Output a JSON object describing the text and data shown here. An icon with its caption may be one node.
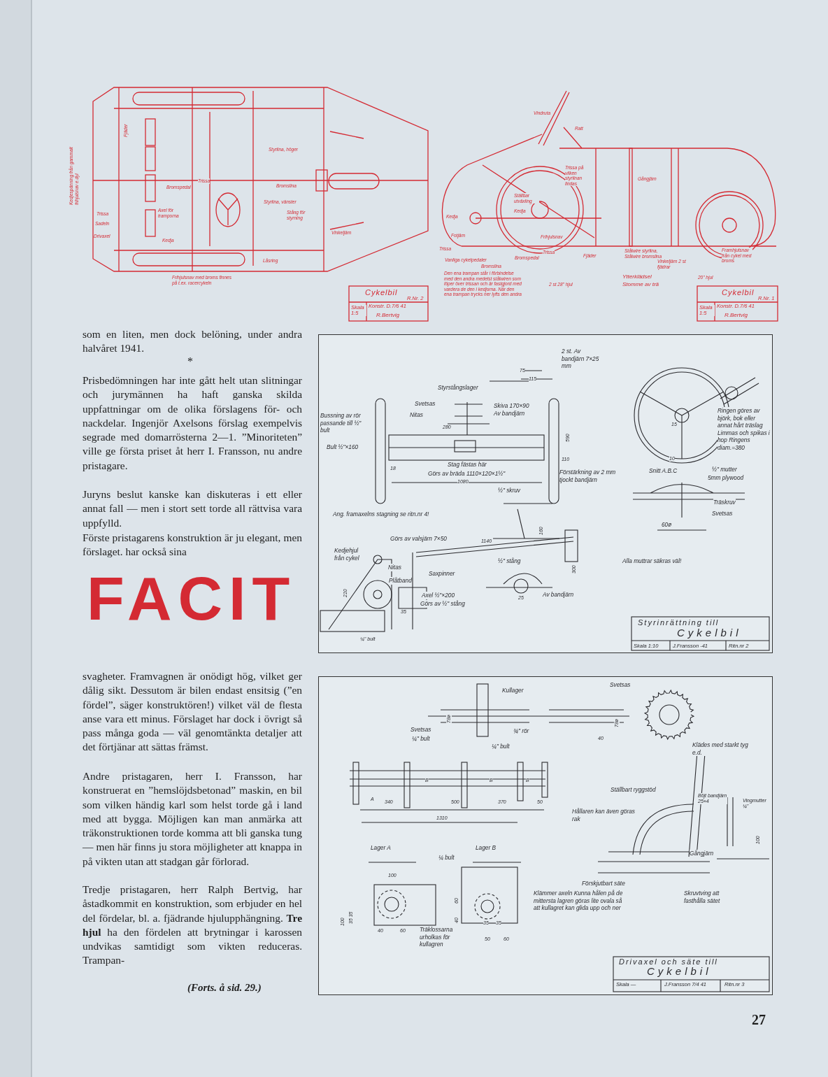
{
  "diagram": {
    "title": "FACIT",
    "labels": [
      "Kedjespänning från gammalt frihjulsnav e.dyl",
      "Fjäder",
      "Styrlina, höger",
      "Bromspedal",
      "Trissa",
      "Bromslina",
      "Styrlina, vänster",
      "Trissa",
      "Axel för tramporna",
      "Sadeln",
      "Stång för styrning",
      "Drivaxel",
      "Vinkeljärn",
      "Kedja",
      "Låsring",
      "Frihjulsnav med broms finnes på t.ex. racercykeln",
      "Cykelbil",
      "R.Nr. 2",
      "Skala 1:5",
      "Konstr. D.7/6 41",
      "R.Bertvig",
      "Vindruta",
      "Ratt",
      "Trissa på vilken styrlinan lindas",
      "Gångjärn",
      "Ställbar utväxling",
      "Kedja",
      "Kedja",
      "Fotjärn",
      "Trissa",
      "Frihjulsnav",
      "Vanliga cykelpedaler",
      "Bromspedal",
      "Trissa",
      "Fjäder",
      "Stålwire styrlina, Stålwire bromslina",
      "Vinkeljärn 2 st fjädrar",
      "Framhjulsnav från cykel med broms",
      "Bromslina",
      "Den ena trampan står i förbindelse med den andra medelst stålwiren som löper över trissan och är fastgjord med vardera de den i kedjorna. När den ena trampan trycks ner lyfts den andra",
      "2 st 28\" hjul",
      "Ytterklädsel",
      "Stomme av trä",
      "20\" hjul",
      "Cykelbil",
      "R.Nr. 1",
      "Skala 1:5",
      "Konstr. D.7/6 41",
      "R.Bertvig",
      "som en liten, men dock belöning, under andra halvåret 1941.",
      "*",
      "Prisbedömningen har inte gått helt utan slitningar och jurymännen ha haft ganska skilda uppfattningar om de olika förslagens för- och nackdelar. Ingenjör Axelsons förslag exempelvis segrade med domarrösterna 2—1. ”Minoriteten” ville ge första priset åt herr I. Fransson, nu andre pristagare.",
      "Juryns beslut kanske kan diskuteras i ett eller annat fall — men i stort sett torde all rättvisa vara uppfylld.",
      "Förste pristagarens konstruktion är ju elegant, men förslaget. har också sina",
      "2 st. Av bandjärn 7×25 mm",
      "75",
      "115",
      "Styrstångslager",
      "Svetsas",
      "Skiva 170×90 Av bandjärn",
      "Nitas",
      "Bussning av rör passande till ½\" bult",
      "280",
      "590",
      "Bult ½\"×160",
      "110",
      "18",
      "Stag fästas här",
      "Görs av bräda 1110×120×1½\"",
      "Förstärkning av 2 mm tjockt bandjärn",
      "1080",
      "½\" skruv",
      "160",
      "Ang. framaxelns stagning se ritn.nr 4!",
      "Görs av valsjärn 7×50",
      "1140",
      "Kedjehjul från cykel",
      "½\" stång",
      "300",
      "Nitas",
      "Saxpinner",
      "Plåtband",
      "210",
      "Axel ½\"×200",
      "Görs av ½\" stång",
      "25",
      "Av bandjärn",
      "35",
      "¼\" bult",
      "15",
      "10",
      "Ringen göres av björk, bok eller annat hårt träslag Limmas och spikas i hop Ringens diam.=380",
      "Snitt A.B.C",
      "½\" mutter",
      "5mm plywood",
      "Träskruv",
      "Svetsas",
      "60ø",
      "Alla muttrar säkras väl!",
      "Styrinrättning till",
      "Cykelbil",
      "Skala 1:10",
      "J.Fransson -41",
      "Ritn.nr 2",
      "svagheter. Framvagnen är onödigt hög, vilket ger dålig sikt. Dessutom är bilen endast ensitsig (”en fördel”, säger konstruktören!) vilket väl de flesta anse vara ett minus. Förslaget har dock i övrigt så pass många goda — väl genomtänkta detaljer att det förtjänar att sättas främst.",
      "Andre pristagaren, herr I. Fransson, har konstruerat en ”hemslöjdsbetonad” maskin, en bil som vilken händig karl som helst torde gå i land med att bygga. Möjligen kan man anmärka att träkonstruktionen torde komma att bli ganska tung — men här finns ju stora möjligheter att knappa in på vikten utan att stadgan går förlorad.",
      "Tredje pristagaren, herr Ralph Bertvig, har åstadkommit en konstruktion, som erbjuder en hel del fördelar, bl. a. fjädrande hjulupphängning. **Tre hjul** ha den fördelen att brytningar i karossen undvikas samtidigt som vikten reduceras. Trampan-",
      "(Forts. å sid. 29.)",
      "Kullager",
      "Svetsas",
      "78ø",
      "78ø",
      "Svetsas",
      "¼\" bult",
      "¾\" rör",
      "40",
      "¼\" bult",
      "Klädes med starkt tyg e.d.",
      "A",
      "B",
      "B",
      "B",
      "340",
      "500",
      "370",
      "50",
      "1310",
      "Ställbart ryggstöd",
      "Böjt bandjärn 25×4",
      "Vingmutter ¼\"",
      "Hållaren kan även göras rak",
      "100",
      "Lager A",
      "Lager B",
      "Gångjärn",
      "¼ bult",
      "100",
      "100",
      "35 35",
      "60",
      "40",
      "Förskjutbart säte",
      "Klämmer axeln Kunna hålen på de mittersta lagren göras lite ovala så att kullagret kan glida upp och ner",
      "Skruvtving att fasthålla sätet",
      "40",
      "60",
      "35",
      "35",
      "Träklossarna urholkas för kullagren",
      "50",
      "60",
      "Drivaxel och säte till",
      "Cykelbil",
      "Skala —",
      "J.Fransson 7/4 41",
      "Ritn.nr 3",
      "27"
    ]
  }
}
